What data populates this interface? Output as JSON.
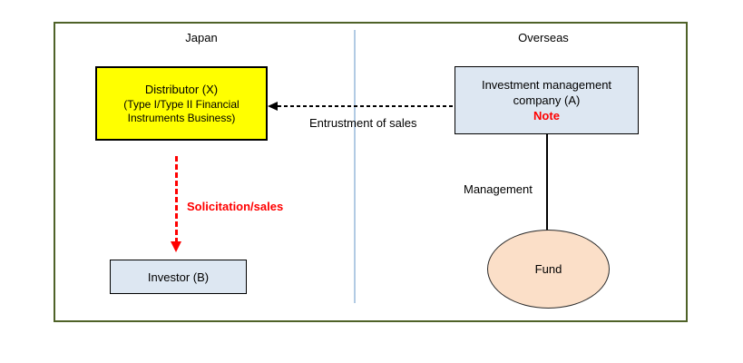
{
  "diagram": {
    "regions": {
      "japan_label": "Japan",
      "overseas_label": "Overseas"
    },
    "nodes": {
      "distributor": {
        "title": "Distributor (X)",
        "subtitle": "(Type I/Type II Financial Instruments Business)"
      },
      "investment_company": {
        "name": "Investment management company (A)",
        "note": "Note"
      },
      "investor": {
        "name": "Investor (B)"
      },
      "fund": {
        "name": "Fund"
      }
    },
    "edges": {
      "entrustment_label": "Entrustment of sales",
      "solicitation_label": "Solicitation/sales",
      "management_label": "Management"
    },
    "colors": {
      "frame_border": "#4F6228",
      "region_divider": "#B2CBE4",
      "distributor_fill": "#FFFF00",
      "company_fill": "#DDE7F2",
      "fund_fill": "#FBDFC8",
      "accent_red": "#FF0000",
      "line_black": "#000000"
    }
  }
}
